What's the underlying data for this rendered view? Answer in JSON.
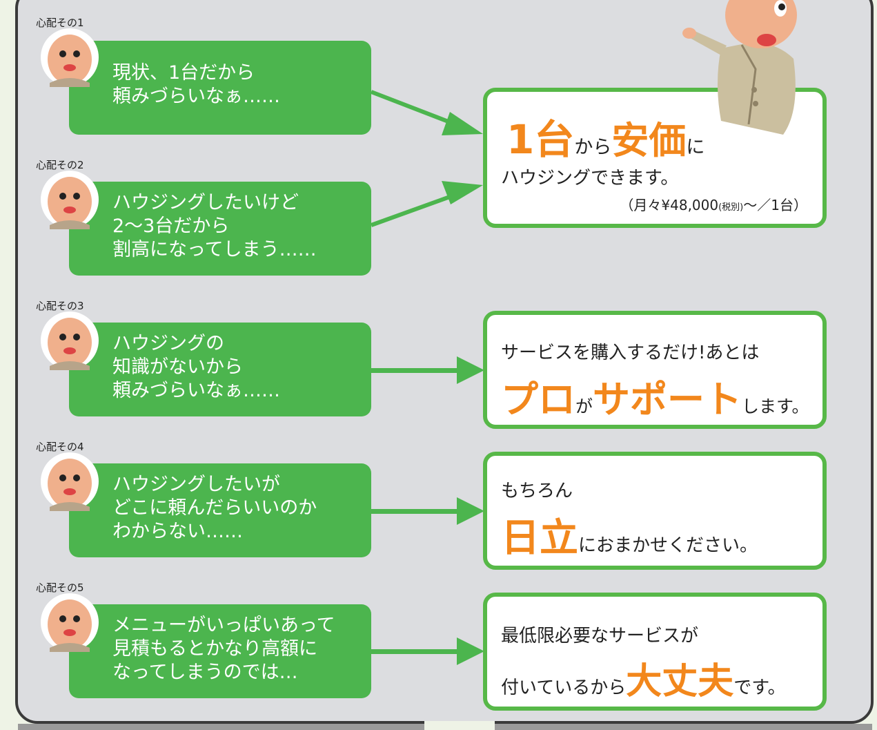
{
  "colors": {
    "bubble": "#4cb54e",
    "border": "#57b848",
    "accent": "#f2871c",
    "panel": "#dcdde0"
  },
  "worries": [
    {
      "label": "心配その1",
      "text": "現状、1台だから\n頼みづらいなぁ……"
    },
    {
      "label": "心配その2",
      "text": "ハウジングしたいけど\n2〜3台だから\n割高になってしまう……"
    },
    {
      "label": "心配その3",
      "text": "ハウジングの\n知識がないから\n頼みづらいなぁ……"
    },
    {
      "label": "心配その4",
      "text": "ハウジングしたいが\nどこに頼んだらいいのか\nわからない……"
    },
    {
      "label": "心配その5",
      "text": "メニューがいっぱいあって\n見積もるとかなり高額に\nなってしまうのでは…"
    }
  ],
  "answers": {
    "a1": {
      "big1": "1台",
      "mid1": "から",
      "big2": "安価",
      "mid2": "に",
      "line2": "ハウジングできます。",
      "price_pre": "（月々¥48,000",
      "price_tax": "(税別)",
      "price_post": "〜／1台）"
    },
    "a2": {
      "line1": "サービスを購入するだけ!あとは",
      "big1": "プロ",
      "mid1": "が",
      "big2": "サポート",
      "mid2": "します。"
    },
    "a3": {
      "line1": "もちろん",
      "big1": "日立",
      "mid1": "におまかせください。"
    },
    "a4": {
      "line1": "最低限必要なサービスが",
      "pre": "付いているから",
      "big1": "大丈夫",
      "mid1": "です。"
    }
  }
}
